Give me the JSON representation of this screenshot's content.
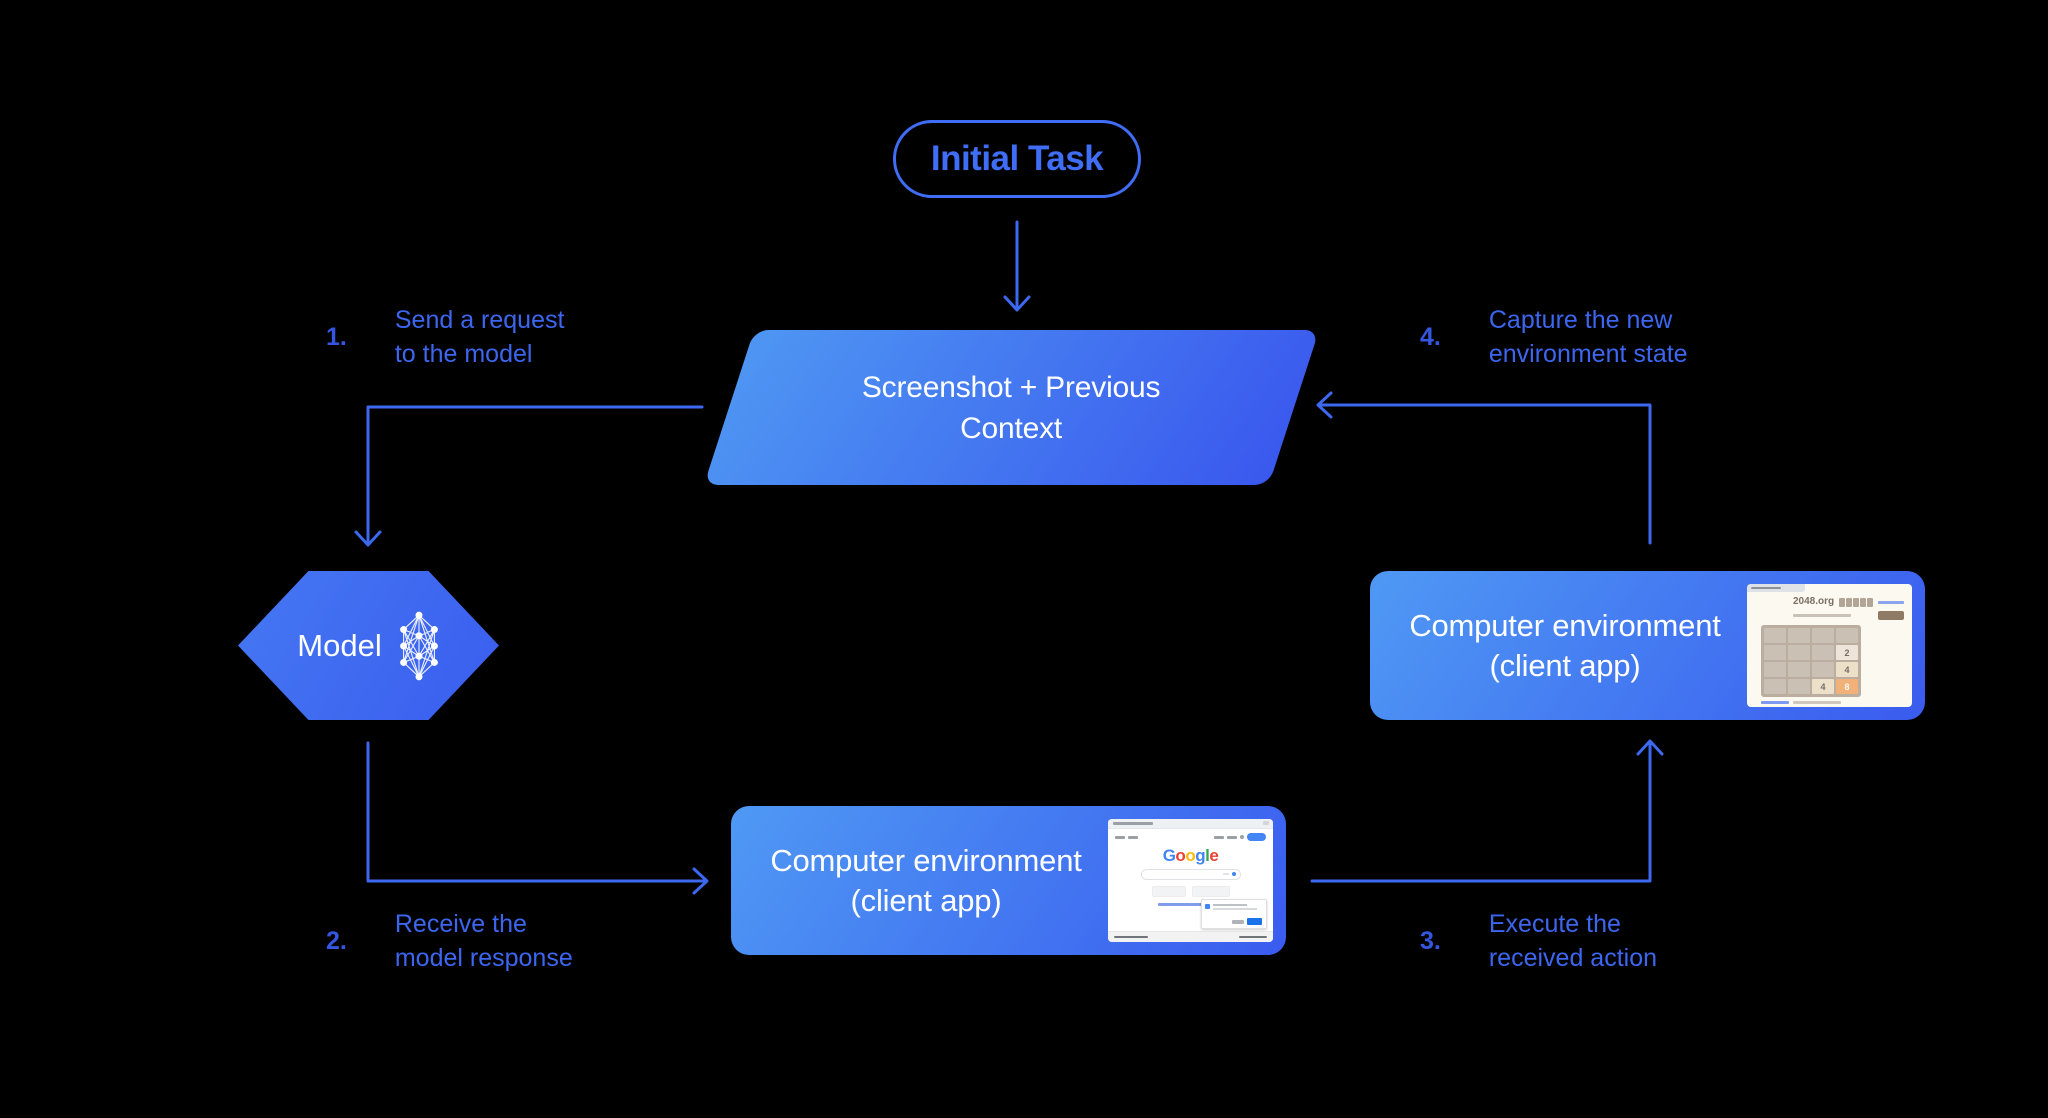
{
  "nodes": {
    "initial_task": {
      "label": "Initial Task"
    },
    "screenshot_context": {
      "line1": "Screenshot + Previous",
      "line2": "Context"
    },
    "model": {
      "label": "Model"
    },
    "env_client_bottom": {
      "line1": "Computer environment",
      "line2": "(client app)"
    },
    "env_client_right": {
      "line1": "Computer environment",
      "line2": "(client app)"
    }
  },
  "steps": [
    {
      "num": "1.",
      "line1": "Send a request",
      "line2": "to the model"
    },
    {
      "num": "2.",
      "line1": "Receive the",
      "line2": "model response"
    },
    {
      "num": "3.",
      "line1": "Execute the",
      "line2": "received action"
    },
    {
      "num": "4.",
      "line1": "Capture the new",
      "line2": "environment state"
    }
  ],
  "colors": {
    "background": "#000000",
    "arrow_blue": "#3D68F0",
    "outline_blue": "#3F6DF6",
    "label_blue": "#3D66F0",
    "number_blue": "#3456E0",
    "node_gradient_start": "#4F99F4",
    "node_gradient_end": "#3A5BEF",
    "text_on_node": "#FFFFFF"
  },
  "thumbs": {
    "google": {
      "logo": [
        {
          "ch": "G",
          "c": "#4285F4"
        },
        {
          "ch": "o",
          "c": "#EA4335"
        },
        {
          "ch": "o",
          "c": "#FBBC05"
        },
        {
          "ch": "g",
          "c": "#4285F4"
        },
        {
          "ch": "l",
          "c": "#34A853"
        },
        {
          "ch": "e",
          "c": "#EA4335"
        }
      ]
    },
    "game2048": {
      "title": "2048.org",
      "tiles": {
        "r2c4": {
          "v": "2",
          "bg": "#EEE4DA",
          "fg": "#776E65"
        },
        "r3c4": {
          "v": "4",
          "bg": "#EDE0C8",
          "fg": "#776E65"
        },
        "r4c3": {
          "v": "4",
          "bg": "#EDE0C8",
          "fg": "#776E65"
        },
        "r4c4": {
          "v": "8",
          "bg": "#F2B179",
          "fg": "#F9F6F2"
        }
      }
    }
  }
}
